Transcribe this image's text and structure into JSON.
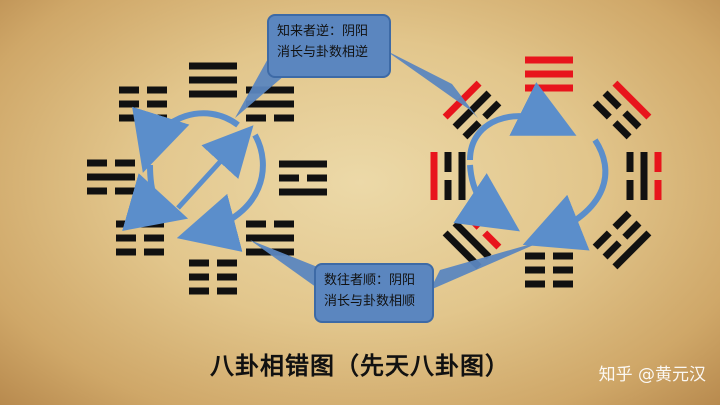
{
  "callouts": {
    "top_line1": "知来者逆：阴阳",
    "top_line2": "消长与卦数相逆",
    "bottom_line1": "数往者顺：阴阳",
    "bottom_line2": "消长与卦数相顺"
  },
  "caption": "八卦相错图（先天八卦图）",
  "watermark": "知乎 @黄元汉",
  "colors": {
    "line_black": "#111111",
    "line_red": "#e8141c",
    "callout_fill": "#5b86bf",
    "arrow_blue": "#5b8ecb"
  },
  "trigrams_left": [
    {
      "position": "top",
      "lines": [
        1,
        1,
        1
      ]
    },
    {
      "position": "upper-left",
      "lines": [
        0,
        0,
        1
      ]
    },
    {
      "position": "upper-right",
      "lines": [
        1,
        1,
        0
      ]
    },
    {
      "position": "left",
      "lines": [
        0,
        1,
        0
      ]
    },
    {
      "position": "right",
      "lines": [
        1,
        0,
        1
      ]
    },
    {
      "position": "lower-left",
      "lines": [
        1,
        0,
        0
      ]
    },
    {
      "position": "lower-right",
      "lines": [
        0,
        1,
        1
      ]
    },
    {
      "position": "bottom",
      "lines": [
        0,
        0,
        0
      ]
    }
  ],
  "trigrams_right": [
    {
      "position": "top",
      "lines": [
        1,
        1,
        1
      ],
      "red": true
    },
    {
      "position": "upper-left",
      "lines": [
        1,
        1,
        0
      ],
      "red": [
        true,
        false,
        false
      ]
    },
    {
      "position": "upper-right",
      "lines": [
        1,
        0,
        0
      ],
      "red": [
        true,
        false,
        false
      ]
    },
    {
      "position": "left",
      "lines": [
        1,
        0,
        1
      ],
      "red": [
        true,
        false,
        false
      ]
    },
    {
      "position": "right",
      "lines": [
        0,
        1,
        0
      ],
      "red": [
        true,
        false,
        false
      ]
    },
    {
      "position": "lower-left",
      "lines": [
        0,
        1,
        1
      ],
      "red": [
        true,
        false,
        false
      ]
    },
    {
      "position": "lower-right",
      "lines": [
        0,
        0,
        1
      ],
      "red": [
        false,
        false,
        false
      ]
    },
    {
      "position": "bottom",
      "lines": [
        0,
        0,
        0
      ],
      "red": false
    }
  ]
}
